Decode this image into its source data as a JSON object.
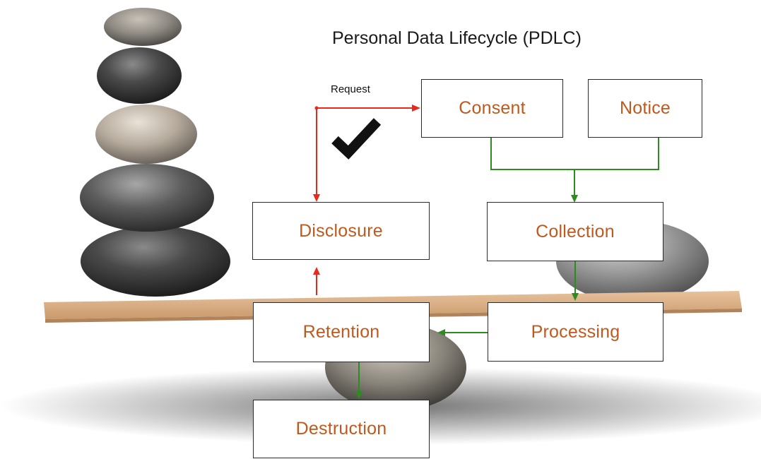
{
  "title": "Personal Data Lifecycle (PDLC)",
  "request_label": "Request",
  "nodes": {
    "consent": "Consent",
    "notice": "Notice",
    "collection": "Collection",
    "processing": "Processing",
    "retention": "Retention",
    "disclosure": "Disclosure",
    "destruction": "Destruction"
  },
  "colors": {
    "node_text": "#c0591d",
    "red_flow": "#e8291b",
    "green_flow": "#2e8b1f",
    "plank": "#d9ab7f",
    "checkmark": "#111111"
  },
  "icons": [
    "checkmark-icon"
  ]
}
